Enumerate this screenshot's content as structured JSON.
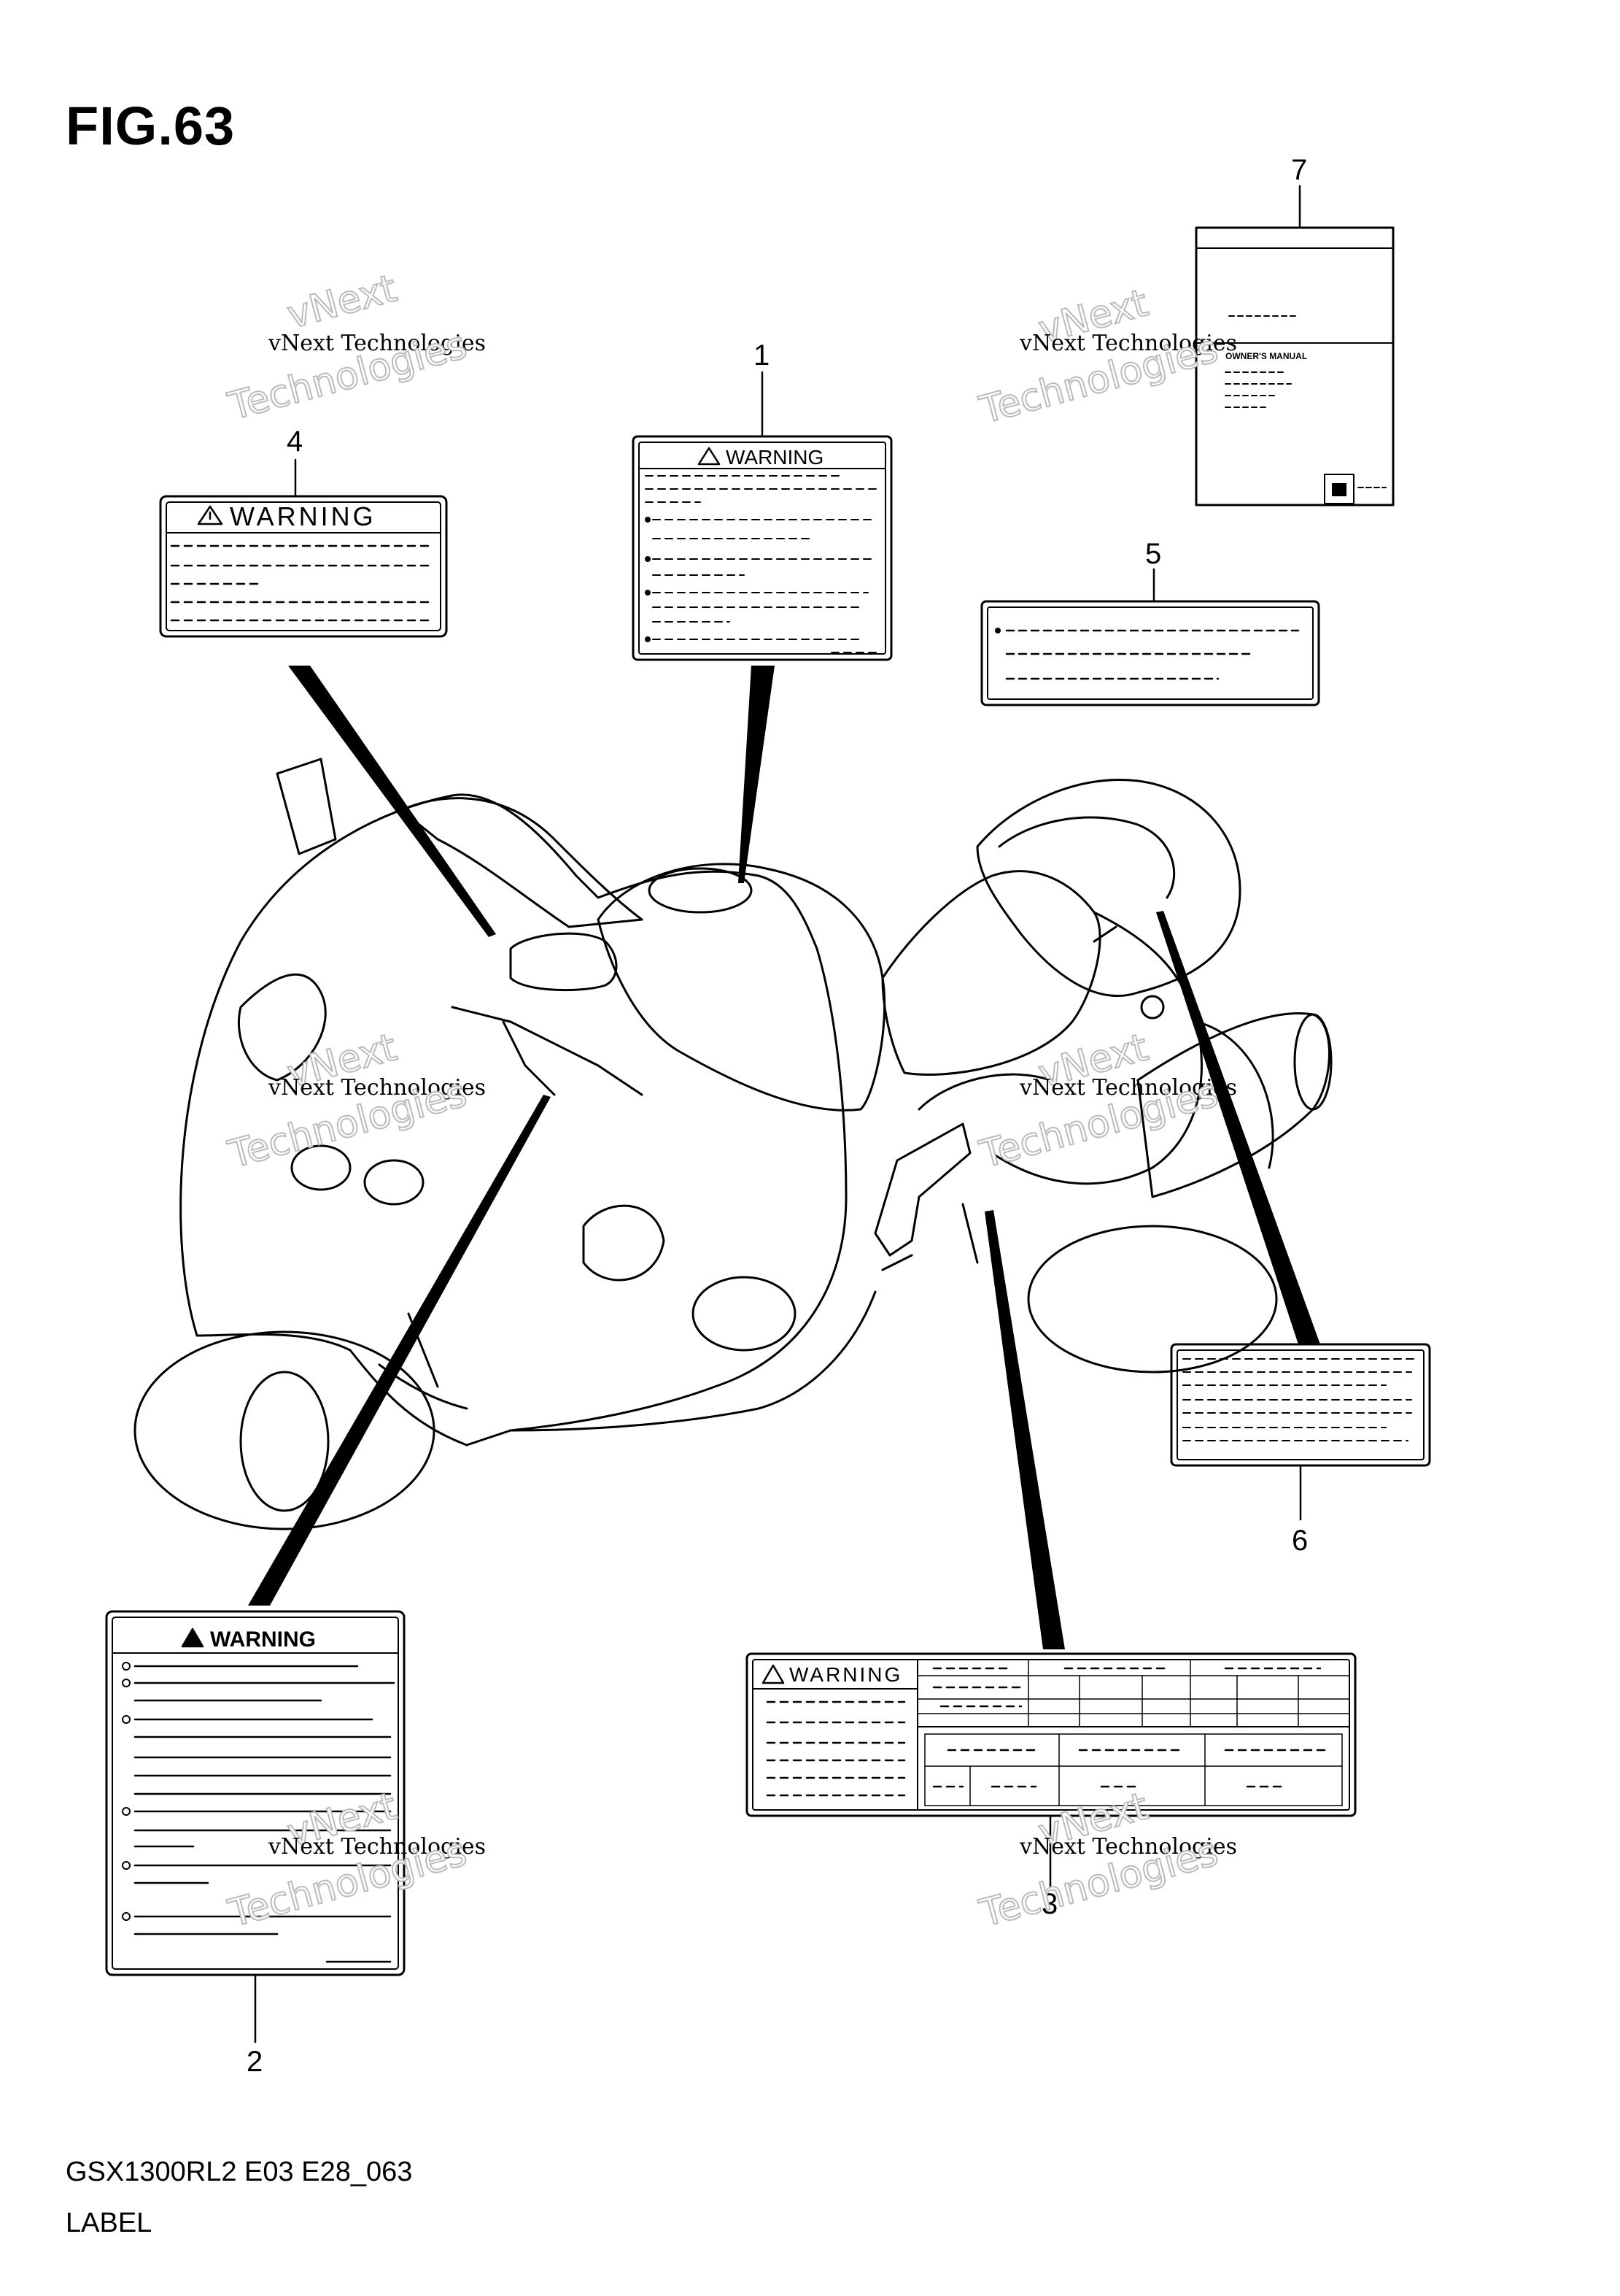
{
  "figure": {
    "title": "FIG.63",
    "model_code": "GSX1300RL2 E03 E28_063",
    "section_name": "LABEL"
  },
  "callouts": [
    "1",
    "2",
    "3",
    "4",
    "5",
    "6",
    "7"
  ],
  "labels": {
    "warning_text": "WARNING",
    "manual_heading": "OWNER'S MANUAL"
  },
  "watermark": {
    "line1": "vNext Technologies",
    "line2": "vNext",
    "line3": "Technologies"
  }
}
